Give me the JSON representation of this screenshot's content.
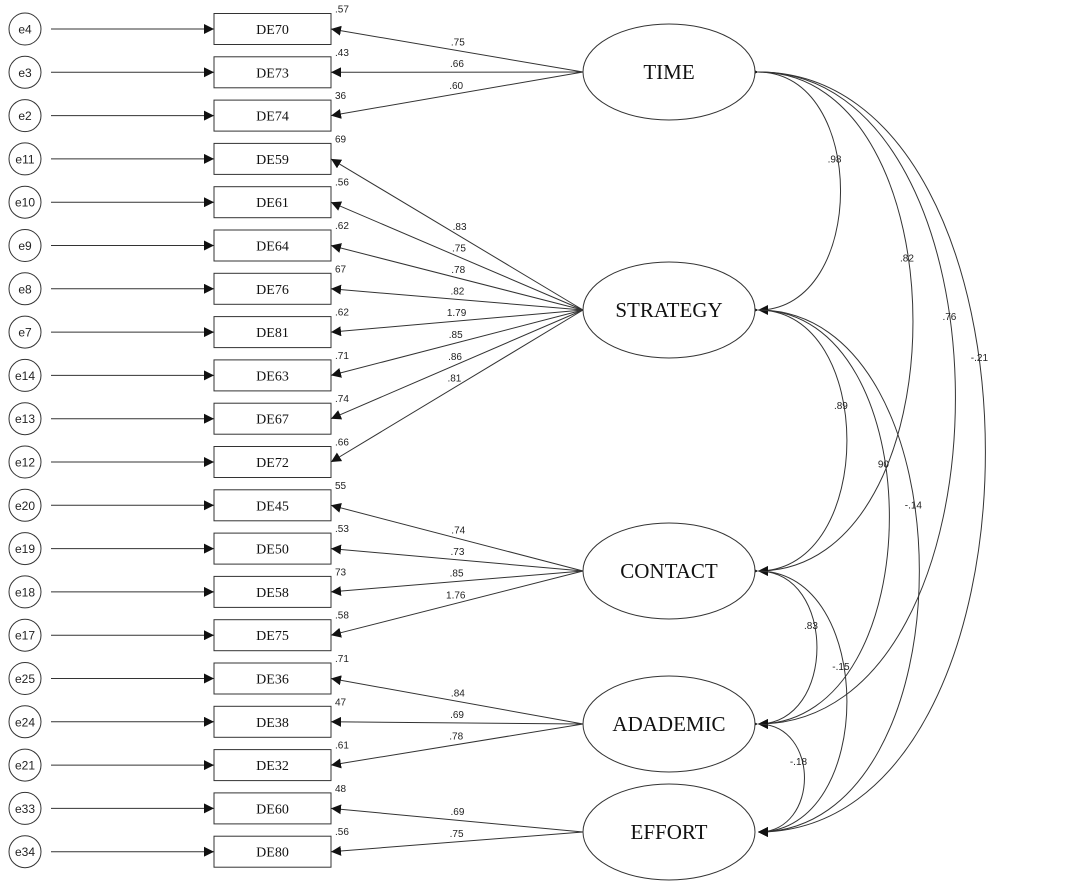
{
  "observed": [
    {
      "name": "DE70",
      "error": "e4",
      "r2": ".57",
      "loading": ".75",
      "factor": "TIME"
    },
    {
      "name": "DE73",
      "error": "e3",
      "r2": ".43",
      "loading": ".66",
      "factor": "TIME"
    },
    {
      "name": "DE74",
      "error": "e2",
      "r2": "36",
      "loading": ".60",
      "factor": "TIME"
    },
    {
      "name": "DE59",
      "error": "e11",
      "r2": "69",
      "loading": ".83",
      "factor": "STRATEGY"
    },
    {
      "name": "DE61",
      "error": "e10",
      "r2": ".56",
      "loading": ".75",
      "factor": "STRATEGY"
    },
    {
      "name": "DE64",
      "error": "e9",
      "r2": ".62",
      "loading": ".78",
      "factor": "STRATEGY"
    },
    {
      "name": "DE76",
      "error": "e8",
      "r2": "67",
      "loading": ".82",
      "factor": "STRATEGY"
    },
    {
      "name": "DE81",
      "error": "e7",
      "r2": ".62",
      "loading": "1.79",
      "factor": "STRATEGY"
    },
    {
      "name": "DE63",
      "error": "e14",
      "r2": ".71",
      "loading": ".85",
      "factor": "STRATEGY"
    },
    {
      "name": "DE67",
      "error": "e13",
      "r2": ".74",
      "loading": ".86",
      "factor": "STRATEGY"
    },
    {
      "name": "DE72",
      "error": "e12",
      "r2": ".66",
      "loading": ".81",
      "factor": "STRATEGY"
    },
    {
      "name": "DE45",
      "error": "e20",
      "r2": "55",
      "loading": ".74",
      "factor": "CONTACT"
    },
    {
      "name": "DE50",
      "error": "e19",
      "r2": ".53",
      "loading": ".73",
      "factor": "CONTACT"
    },
    {
      "name": "DE58",
      "error": "e18",
      "r2": "73",
      "loading": ".85",
      "factor": "CONTACT"
    },
    {
      "name": "DE75",
      "error": "e17",
      "r2": ".58",
      "loading": "1.76",
      "factor": "CONTACT"
    },
    {
      "name": "DE36",
      "error": "e25",
      "r2": ".71",
      "loading": ".84",
      "factor": "ADADEMIC"
    },
    {
      "name": "DE38",
      "error": "e24",
      "r2": "47",
      "loading": ".69",
      "factor": "ADADEMIC"
    },
    {
      "name": "DE32",
      "error": "e21",
      "r2": ".61",
      "loading": ".78",
      "factor": "ADADEMIC"
    },
    {
      "name": "DE60",
      "error": "e33",
      "r2": "48",
      "loading": ".69",
      "factor": "EFFORT"
    },
    {
      "name": "DE80",
      "error": "e34",
      "r2": ".56",
      "loading": ".75",
      "factor": "EFFORT"
    }
  ],
  "latent": [
    "TIME",
    "STRATEGY",
    "CONTACT",
    "ADADEMIC",
    "EFFORT"
  ],
  "correlations": [
    {
      "from": "TIME",
      "to": "STRATEGY",
      "value": ".98"
    },
    {
      "from": "TIME",
      "to": "CONTACT",
      "value": ".82"
    },
    {
      "from": "TIME",
      "to": "ADADEMIC",
      "value": ".76"
    },
    {
      "from": "TIME",
      "to": "EFFORT",
      "value": "-.21"
    },
    {
      "from": "STRATEGY",
      "to": "CONTACT",
      "value": ".89"
    },
    {
      "from": "STRATEGY",
      "to": "ADADEMIC",
      "value": "90"
    },
    {
      "from": "STRATEGY",
      "to": "EFFORT",
      "value": "-.14"
    },
    {
      "from": "CONTACT",
      "to": "ADADEMIC",
      "value": ".83"
    },
    {
      "from": "CONTACT",
      "to": "EFFORT",
      "value": "-.15"
    },
    {
      "from": "ADADEMIC",
      "to": "EFFORT",
      "value": "-.18"
    }
  ]
}
